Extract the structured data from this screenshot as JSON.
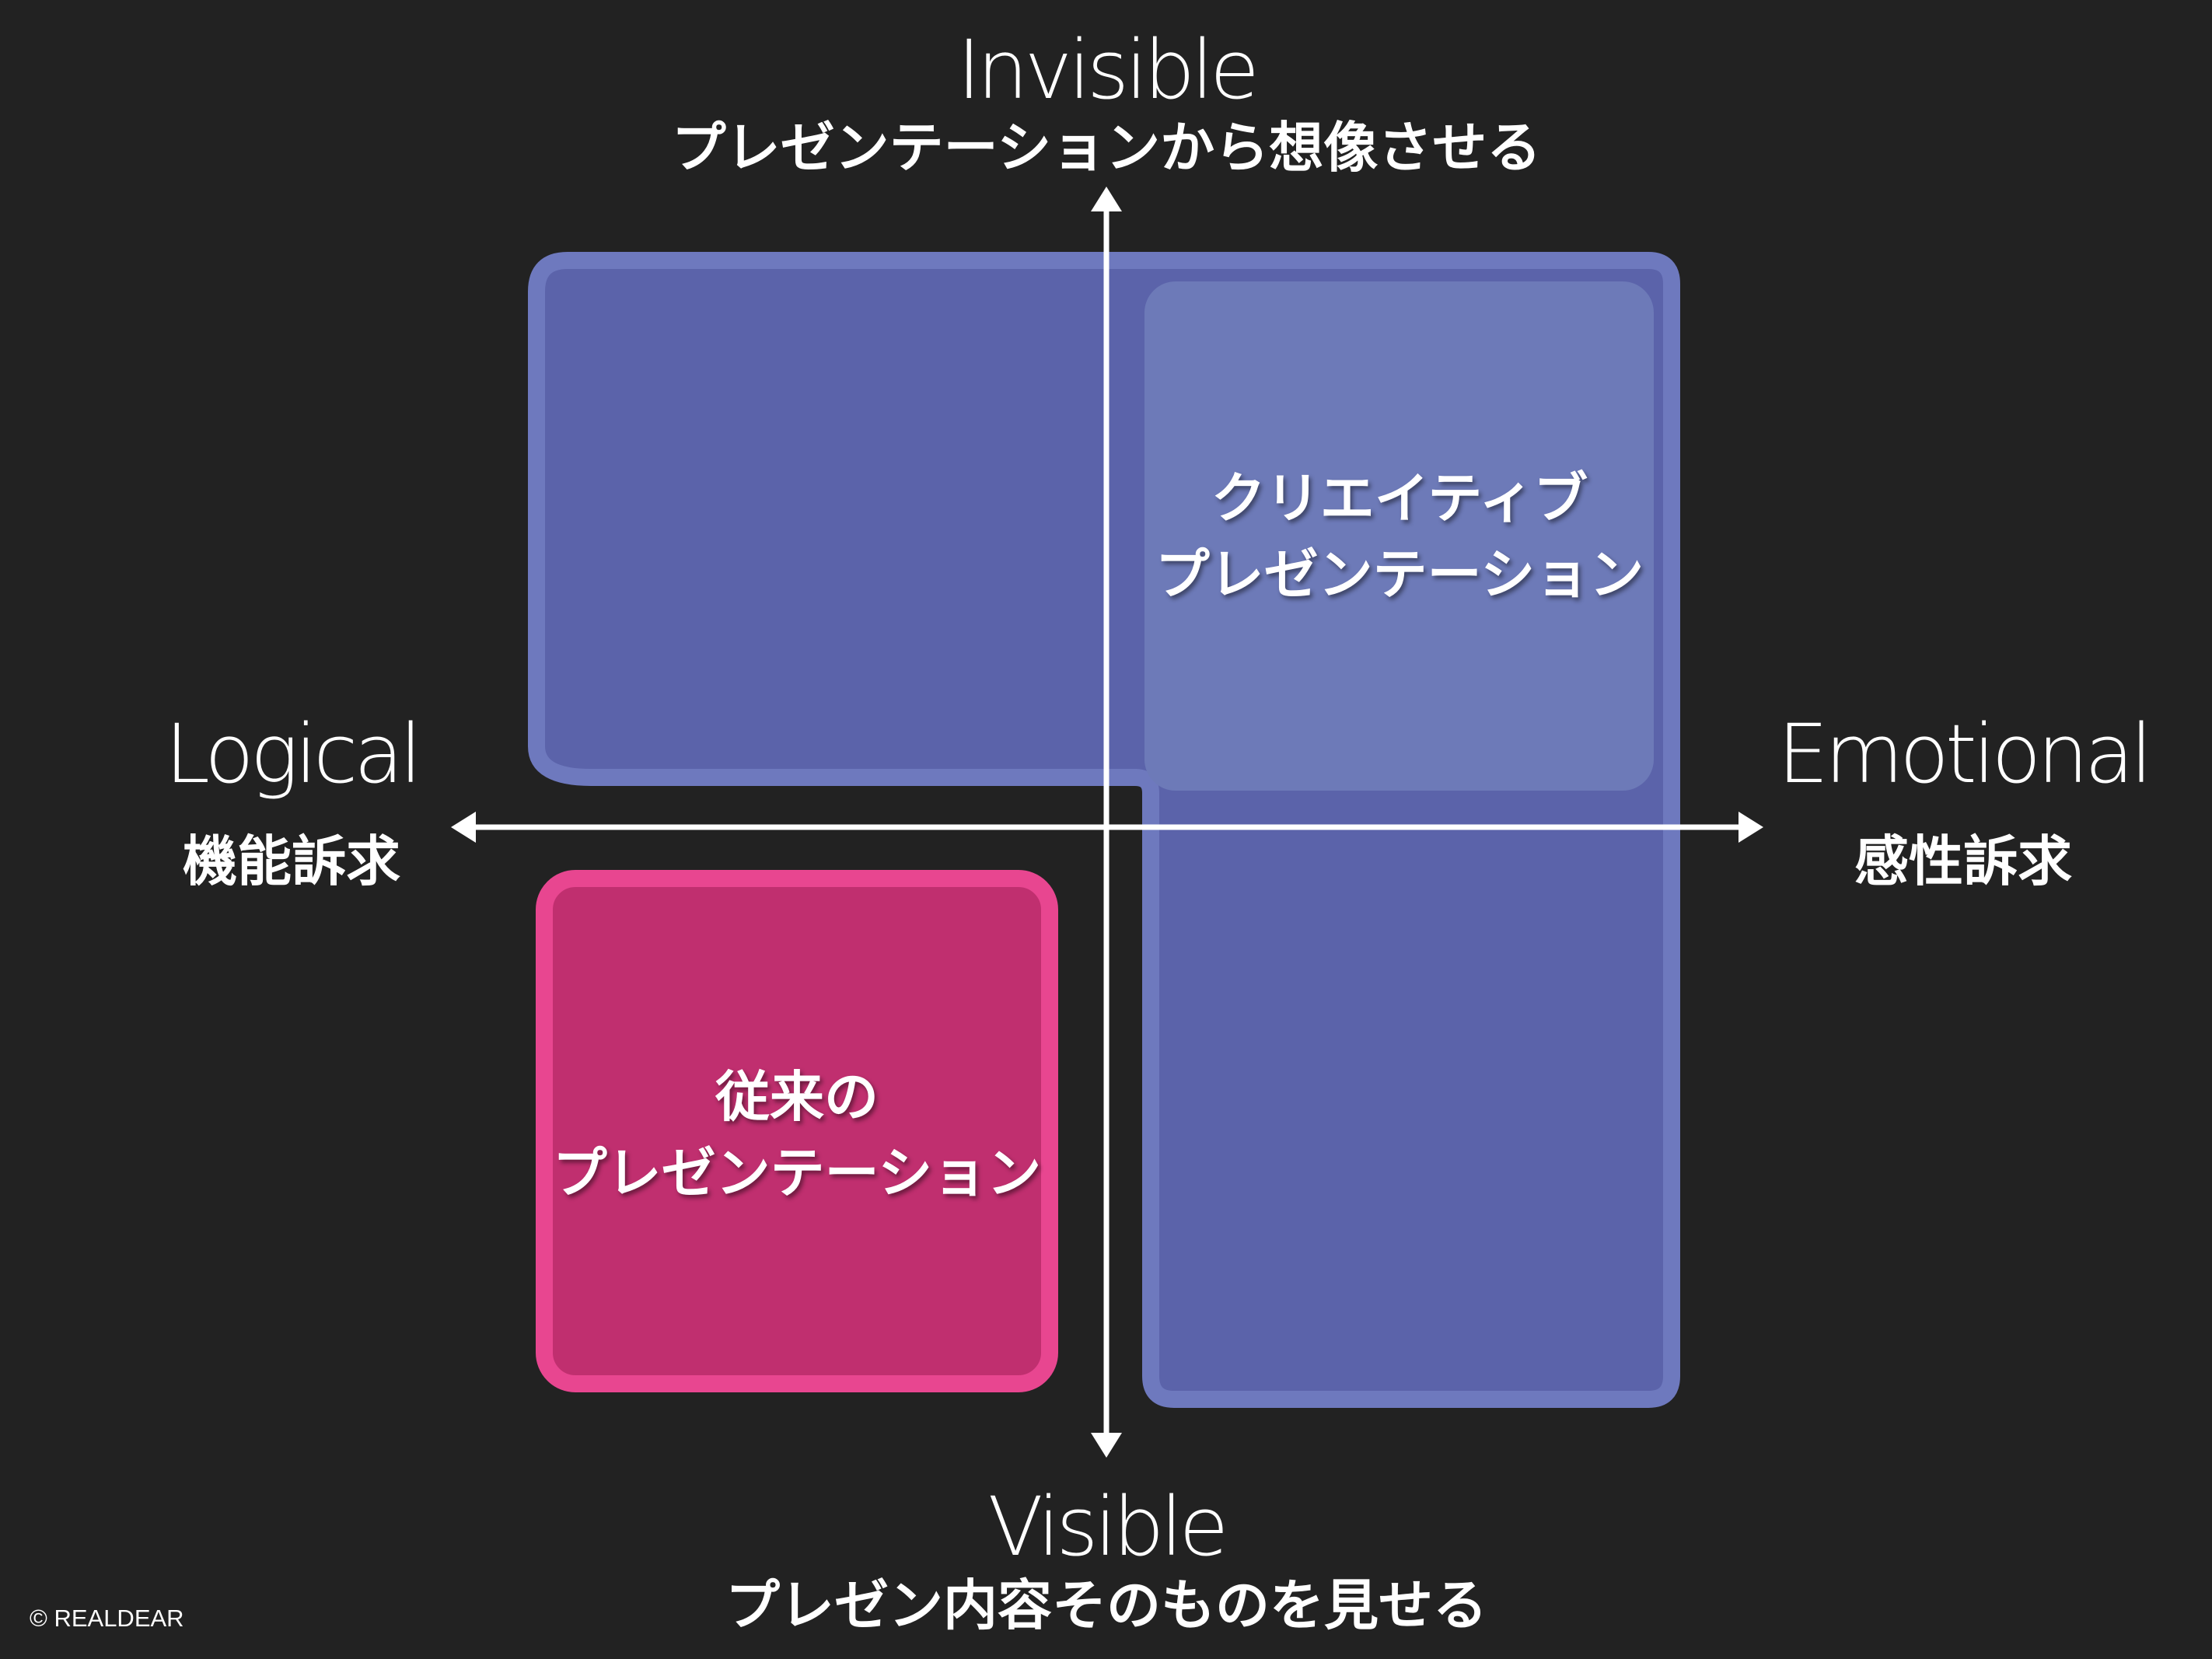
{
  "axes": {
    "top": {
      "en": "Invisible",
      "jp": "プレゼンテーションから想像させる"
    },
    "bottom": {
      "en": "Visible",
      "jp": "プレゼン内容そのものを見せる"
    },
    "left": {
      "en": "Logical",
      "jp": "機能訴求"
    },
    "right": {
      "en": "Emotional",
      "jp": "感性訴求"
    }
  },
  "boxes": {
    "creative": {
      "line1": "クリエイティブ",
      "line2": "プレゼンテーション"
    },
    "traditional": {
      "line1": "従来の",
      "line2": "プレゼンテーション"
    }
  },
  "copyright": "© REALDEAR",
  "colors": {
    "background": "#222222",
    "region_fill": "#5b63aa",
    "region_border": "#6e79be",
    "creative_fill": "#6d7ab8",
    "traditional_fill": "#c02f6f",
    "traditional_border": "#e84690",
    "axis": "#ffffff"
  }
}
